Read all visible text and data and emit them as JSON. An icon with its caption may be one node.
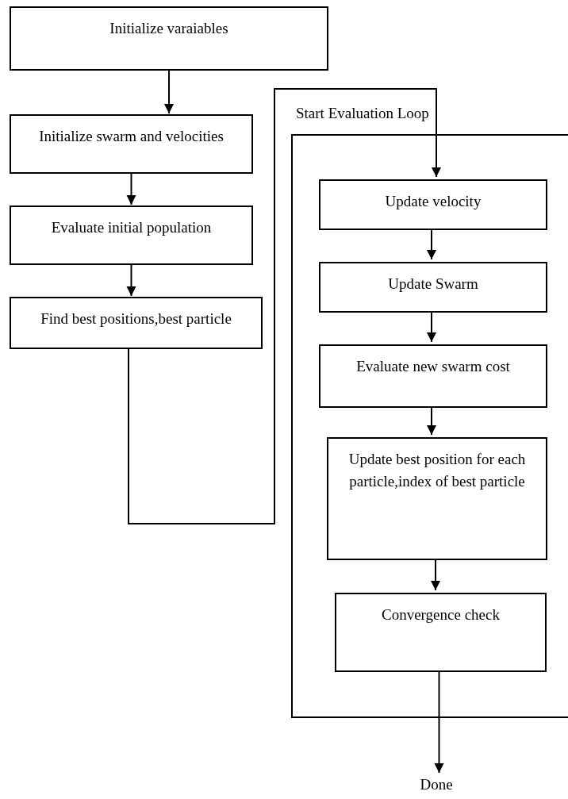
{
  "diagram": {
    "nodes": [
      {
        "text": [
          "Initialize varaiables"
        ]
      },
      {
        "text": [
          "Initialize swarm and velocities"
        ]
      },
      {
        "text": [
          "Evaluate initial population"
        ]
      },
      {
        "text": [
          "Find best positions,best particle"
        ]
      },
      {
        "text": [
          "Start Evaluation Loop"
        ]
      },
      {
        "text": [
          "Update velocity"
        ],
        "in": 4
      },
      {
        "text": [
          "Update Swarm"
        ],
        "in": 4
      },
      {
        "text": [
          "Evaluate new swarm cost"
        ],
        "in": 4
      },
      {
        "text": [
          "Update best position for each particle,index of best particle"
        ],
        "in": 4
      },
      {
        "text": [
          "Convergence check"
        ],
        "in": 4
      },
      {
        "text": [
          "Done"
        ]
      }
    ],
    "edges": [
      {
        "from": 0,
        "to": 1,
        "arrow": "to"
      },
      {
        "from": 1,
        "to": 2,
        "arrow": "to"
      },
      {
        "from": 2,
        "to": 3,
        "arrow": "to"
      },
      {
        "from": 3,
        "to": 5,
        "arrow": "to"
      },
      {
        "from": 5,
        "to": 6,
        "arrow": "to"
      },
      {
        "from": 6,
        "to": 7,
        "arrow": "to"
      },
      {
        "from": 7,
        "to": 8,
        "arrow": "to"
      },
      {
        "from": 8,
        "to": 9,
        "arrow": "to"
      },
      {
        "from": 9,
        "to": 10,
        "arrow": "to"
      }
    ]
  }
}
